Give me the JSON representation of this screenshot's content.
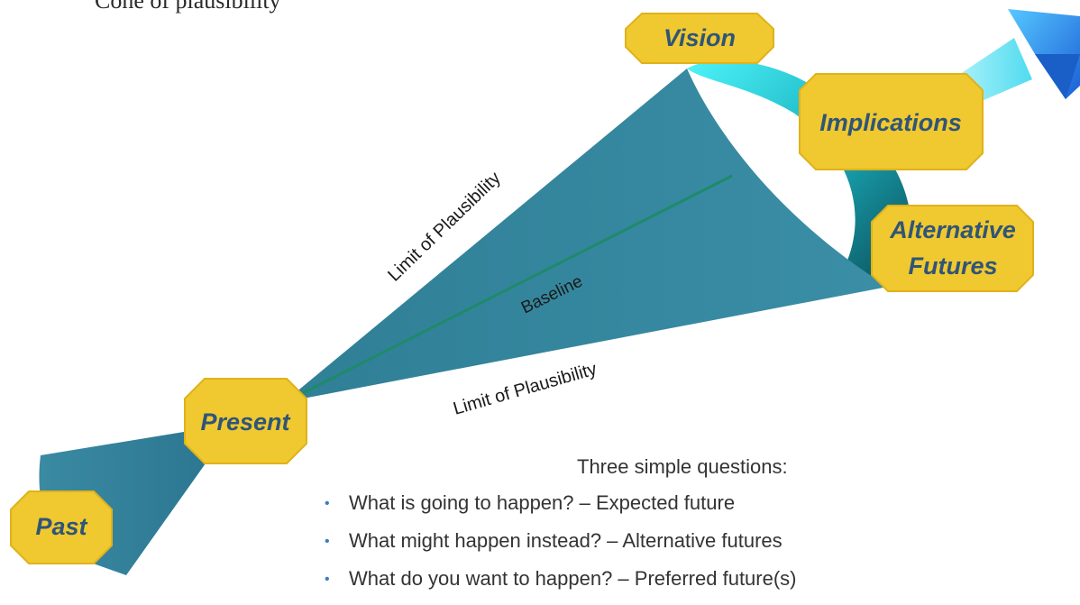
{
  "title": "Cone of plausibility",
  "labels": {
    "vision": "Vision",
    "implications": "Implications",
    "alternative_futures_line1": "Alternative",
    "alternative_futures_line2": "Futures",
    "present": "Present",
    "past": "Past",
    "limit_upper": "Limit of Plausibility",
    "limit_lower": "Limit of Plausibility",
    "baseline": "Baseline"
  },
  "questions": {
    "heading": "Three simple questions:",
    "items": [
      "What is going to happen? – Expected future",
      "What might happen instead? – Alternative futures",
      "What do you want to happen? – Preferred future(s)"
    ]
  },
  "colors": {
    "cone_fill": "#3b8ca3",
    "cone_end": "#20b8c8",
    "baseline": "#1e8a6a",
    "badge_fill": "#f0c830",
    "badge_stroke": "#e6b800",
    "badge_text": "#2f5577",
    "bullet": "#3a7dbf"
  },
  "icons": [
    "arrow-icon"
  ]
}
